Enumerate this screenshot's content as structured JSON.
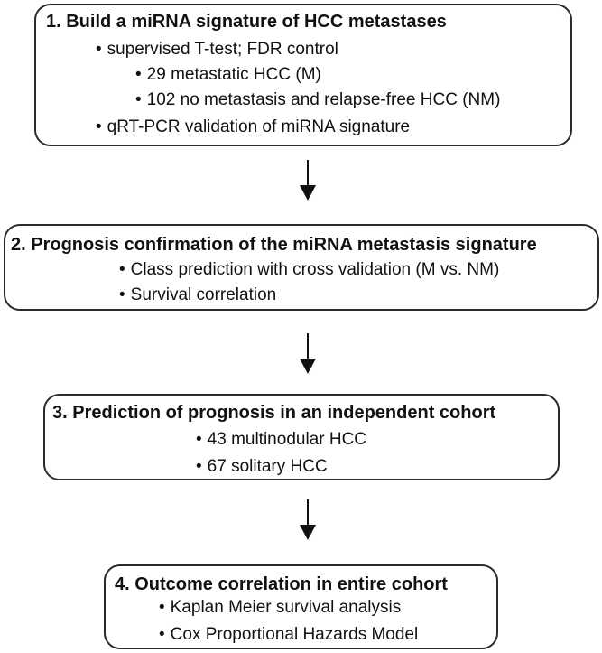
{
  "steps": [
    {
      "title": "1. Build a miRNA signature of HCC metastases",
      "items": [
        "supervised T-test; FDR control",
        "29 metastatic HCC (M)",
        "102 no metastasis and relapse-free HCC (NM)",
        "qRT-PCR validation of miRNA signature"
      ]
    },
    {
      "title": "2. Prognosis confirmation of the miRNA metastasis signature",
      "items": [
        "Class prediction with cross validation (M vs. NM)",
        "Survival correlation"
      ]
    },
    {
      "title": "3. Prediction of prognosis in an independent cohort",
      "items": [
        "43 multinodular HCC",
        "67 solitary HCC"
      ]
    },
    {
      "title": "4. Outcome correlation in entire cohort",
      "items": [
        "Kaplan Meier survival analysis",
        "Cox Proportional Hazards Model"
      ]
    }
  ],
  "colors": {
    "border": "#2a2a2a",
    "arrow": "#111111",
    "text": "#111111",
    "background": "#ffffff"
  },
  "connector_icon": "down-arrow-icon"
}
